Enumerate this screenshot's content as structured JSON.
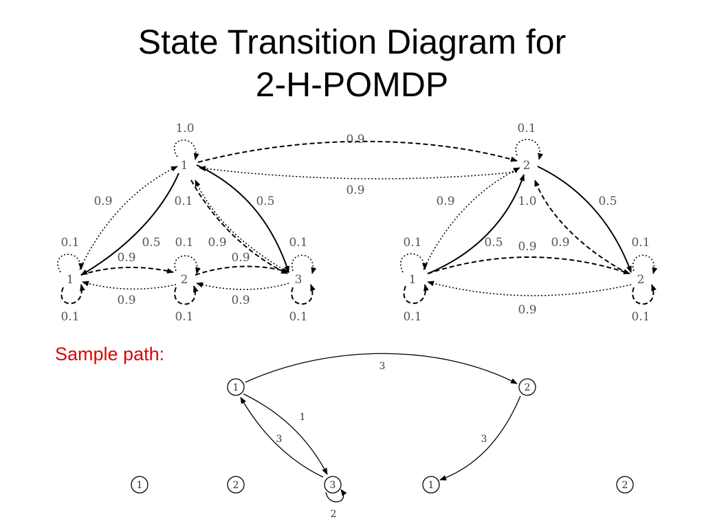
{
  "title": {
    "line1": "State Transition Diagram for",
    "line2": "2-H-POMDP"
  },
  "sample_label": "Sample path:",
  "left_diagram": {
    "top_state": "1",
    "bottom_states": [
      "1",
      "2",
      "3"
    ],
    "labels": {
      "top_self": "1.0",
      "top_to_b1": "0.9",
      "top_to_b3_solid": "0.5",
      "top_below": "0.1",
      "b1_to_b3": "0.5",
      "b1_self_top": "0.1",
      "b1_self_bottom": "0.1",
      "b2_self_top": "0.1",
      "b2_self_bottom": "0.1",
      "b3_self_top": "0.1",
      "b3_self_bottom": "0.1",
      "b3_to_top": "0.9",
      "b1_b2_top": "0.9",
      "b2_b3_top": "0.9",
      "b2_b1_bottom": "0.9",
      "b3_b2_bottom": "0.9"
    }
  },
  "right_diagram": {
    "top_state": "2",
    "bottom_states": [
      "1",
      "2"
    ],
    "labels": {
      "top_self": "0.1",
      "top_to_b1": "0.9",
      "top_to_b2_solid": "0.5",
      "top_below": "1.0",
      "b1_to_top": "0.5",
      "b1_to_b2": "0.9",
      "b2_to_top": "0.9",
      "b1_self_top": "0.1",
      "b1_self_bottom": "0.1",
      "b2_self_top": "0.1",
      "b2_self_bottom": "0.1",
      "b2_to_b1": "0.9"
    }
  },
  "between_labels": {
    "top": "0.9",
    "bottom": "0.9"
  },
  "sample_path": {
    "row1_states": [
      "1",
      "2"
    ],
    "row2_states": [
      "1",
      "2",
      "3",
      "1",
      "2"
    ],
    "labels": {
      "s1_to_s2": "3",
      "s1_to_s3": "1",
      "s3_to_s1": "3",
      "s2_to_s1b": "3",
      "s3_self": "2"
    }
  },
  "colors": {
    "title": "#000000",
    "sample_label": "#e00000",
    "diagram_text": "#555555",
    "lines": "#000000"
  }
}
